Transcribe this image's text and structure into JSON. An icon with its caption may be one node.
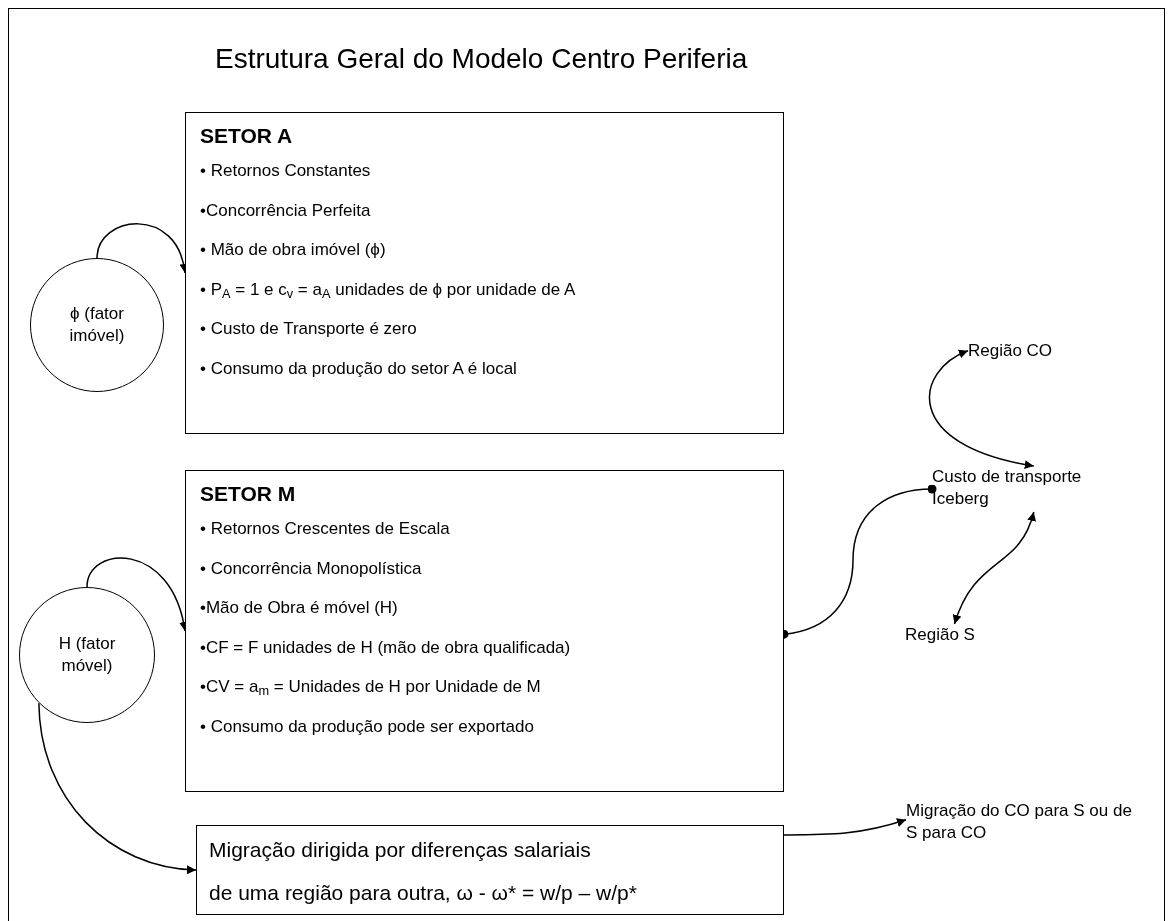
{
  "diagram": {
    "title": "Estrutura Geral do Modelo Centro Periferia",
    "nodes": [
      {
        "text": [
          "ϕ (fator imóvel)"
        ]
      },
      {
        "text": [
          "SETOR A",
          "• Retornos Constantes",
          "•Concorrência Perfeita",
          "• Mão de obra imóvel (ϕ)",
          "• P$_{A}$ = 1 e c$_{v}$ = a$_{A}$  unidades de ϕ  por unidade de A",
          "• Custo de Transporte é zero",
          "• Consumo da produção do setor A é local"
        ]
      },
      {
        "text": [
          "H (fator móvel)"
        ]
      },
      {
        "text": [
          "SETOR M",
          "• Retornos Crescentes de Escala",
          "• Concorrência Monopolística",
          "•Mão de Obra é móvel (H)",
          "•CF = F unidades de H (mão de obra qualificada)",
          "•CV = a$_{m}$ = Unidades de H por Unidade de M",
          "• Consumo da produção pode ser exportado"
        ]
      },
      {
        "text": [
          "Migração dirigida por diferenças salariais",
          "de uma região para outra, ω - ω* = w/p – w/p*"
        ]
      },
      {
        "text": [
          "Custo de transporte Iceberg"
        ]
      },
      {
        "text": [
          "Região CO"
        ]
      },
      {
        "text": [
          "Região S"
        ]
      },
      {
        "text": [
          "Migração do CO para S ou de S para CO"
        ]
      }
    ],
    "edges": [
      {
        "from": 0,
        "to": 1,
        "arrow": "to"
      },
      {
        "from": 2,
        "to": 3,
        "arrow": "to"
      },
      {
        "from": 2,
        "to": 4,
        "arrow": "to"
      },
      {
        "from": 3,
        "to": 5,
        "arrow": "other"
      },
      {
        "from": 6,
        "to": 5,
        "arrow": "both"
      },
      {
        "from": 5,
        "to": 7,
        "arrow": "both"
      },
      {
        "from": 4,
        "to": 8,
        "arrow": "to"
      }
    ]
  }
}
